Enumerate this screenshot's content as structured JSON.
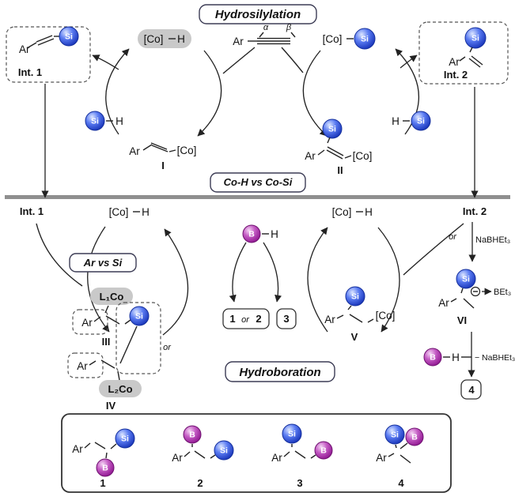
{
  "colors": {
    "si_sphere": "#2b4fd7",
    "b_sphere": "#a125a1",
    "highlight_gray": "#c9c9c9",
    "hydrosilylation_blue": "#1b3fd0",
    "hydroboration_purple": "#951d95",
    "divider_gray": "#8f8f8f"
  },
  "titles": {
    "hydrosilylation": "Hydrosilylation",
    "co_h_vs_co_si": "Co-H vs Co-Si",
    "ar_vs_si": "Ar vs Si",
    "hydroboration": "Hydroboration"
  },
  "atoms": {
    "ar": "Ar",
    "co": "[Co]",
    "h": "H",
    "si": "Si",
    "b": "B"
  },
  "greek": {
    "alpha": "α",
    "beta": "β"
  },
  "labels": {
    "int1": "Int. 1",
    "int2": "Int. 2",
    "I": "I",
    "II": "II",
    "III": "III",
    "IV": "IV",
    "V": "V",
    "VI": "VI",
    "or": "or",
    "l1co": "L₁Co",
    "l2co": "L₂Co",
    "nabhet3": "NaBHEt₃",
    "minus_nabhet3": "− NaBHEt₃",
    "bet3": "BEt₃",
    "one": "1",
    "two": "2",
    "three": "3",
    "four": "4"
  }
}
